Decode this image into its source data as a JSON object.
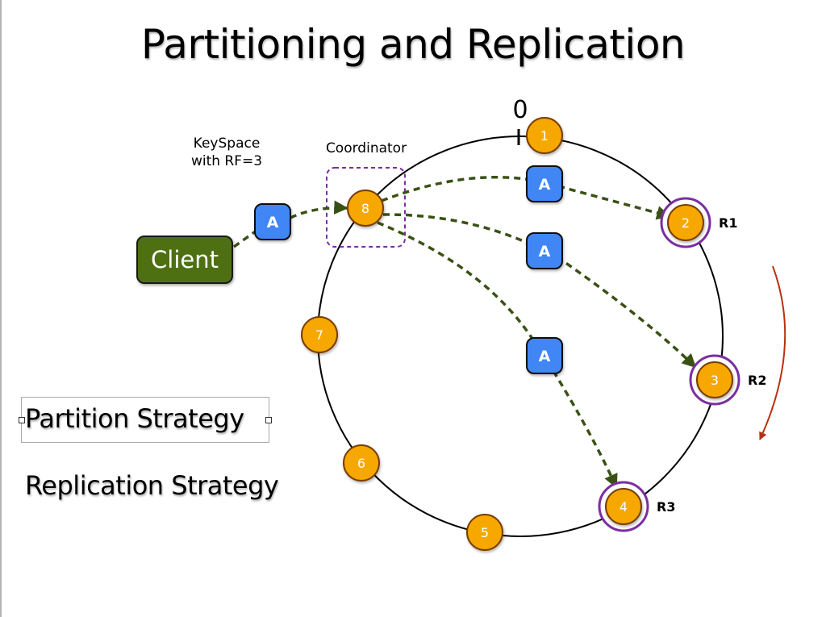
{
  "slide": {
    "title": "Partitioning and Replication",
    "keyspace_label_line1": "KeySpace",
    "keyspace_label_line2": "with RF=3",
    "coordinator_label": "Coordinator",
    "client_label": "Client",
    "token_zero_label": "0",
    "data_item_label": "A",
    "partition_strategy_label": "Partition Strategy",
    "replication_strategy_label": "Replication Strategy"
  },
  "ring": {
    "nodes": [
      {
        "id": "1",
        "label": "1",
        "replica": null
      },
      {
        "id": "2",
        "label": "2",
        "replica": "R1"
      },
      {
        "id": "3",
        "label": "3",
        "replica": "R2"
      },
      {
        "id": "4",
        "label": "4",
        "replica": "R3"
      },
      {
        "id": "5",
        "label": "5",
        "replica": null
      },
      {
        "id": "6",
        "label": "6",
        "replica": null
      },
      {
        "id": "7",
        "label": "7",
        "replica": null
      },
      {
        "id": "8",
        "label": "8",
        "replica": null,
        "role": "coordinator"
      }
    ],
    "replication_direction": "clockwise"
  },
  "colors": {
    "node_fill": "#f6a800",
    "node_stroke": "#7a3d00",
    "replica_ring": "#7b2ea0",
    "data_item_fill": "#3f86f5",
    "arrow": "#3a5114",
    "client_fill": "#4e7012",
    "coordinator_box": "#7b2ea0",
    "direction_arrow": "#b83210"
  }
}
